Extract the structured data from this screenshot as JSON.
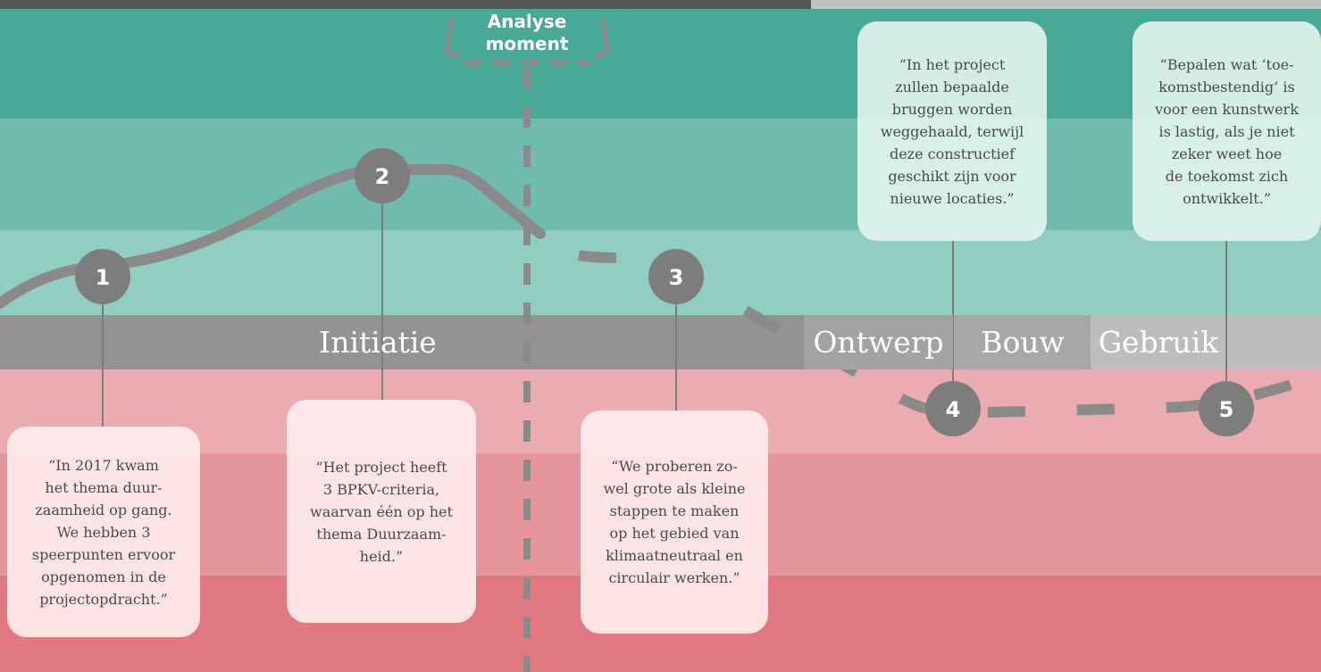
{
  "colors": {
    "band_top": "#4aa896",
    "band_mid": "#70bbad",
    "band_light": "#92cdc2",
    "band_pink1": "#eaabb1",
    "band_pink2": "#e6959b",
    "band_pink3": "#e07a80",
    "phase_bar": "#939393",
    "curve": "#8a8a8a",
    "marker": "#7d7d7d"
  },
  "analyse_label": "Analyse\nmoment",
  "phases": [
    {
      "label": "Initiatie"
    },
    {
      "label": "Ontwerp"
    },
    {
      "label": "Bouw"
    },
    {
      "label": "Gebruik"
    }
  ],
  "markers": [
    {
      "number": "1"
    },
    {
      "number": "2"
    },
    {
      "number": "3"
    },
    {
      "number": "4"
    },
    {
      "number": "5"
    }
  ],
  "quotes": [
    {
      "text": "“In 2017 kwam\nhet thema duur-\nzaamheid op gang.\nWe hebben 3\nspeerpunten ervoor\nopgenomen in de\nprojectopdracht.”"
    },
    {
      "text": "“Het project heeft\n3 BPKV-criteria,\nwaarvan één op het\nthema Duurzaam-\nheid.”"
    },
    {
      "text": "“We proberen zo-\nwel grote als kleine\nstappen te maken\nop het gebied van\nklimaatneutraal en\ncirculair werken.”"
    },
    {
      "text": "“In het project\nzullen bepaalde\nbruggen worden\nweggehaald, terwijl\ndeze constructief\ngeschikt zijn voor\nnieuwe locaties.”"
    },
    {
      "text": "“Bepalen wat ‘toe-\nkomstbestendig’ is\nvoor een kunstwerk\nis lastig, als je niet\nzeker weet hoe\nde toekomst zich\nontwikkelt.”"
    }
  ]
}
